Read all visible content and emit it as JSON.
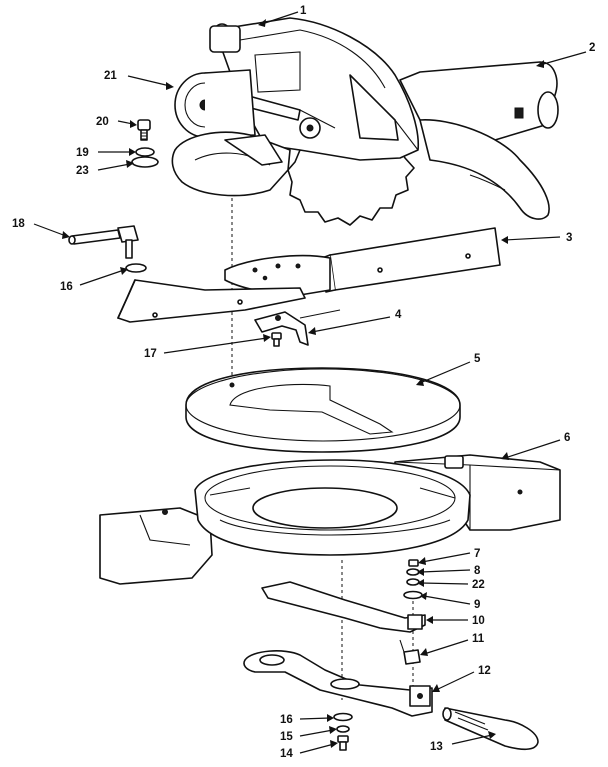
{
  "callouts": {
    "c1": "1",
    "c2": "2",
    "c3": "3",
    "c4": "4",
    "c5": "5",
    "c6": "6",
    "c7": "7",
    "c8": "8",
    "c9": "9",
    "c10": "10",
    "c11": "11",
    "c12": "12",
    "c13": "13",
    "c14": "14",
    "c15": "15",
    "c16a": "16",
    "c16b": "16",
    "c17": "17",
    "c18": "18",
    "c19": "19",
    "c20": "20",
    "c21": "21",
    "c22": "22",
    "c23": "23"
  }
}
